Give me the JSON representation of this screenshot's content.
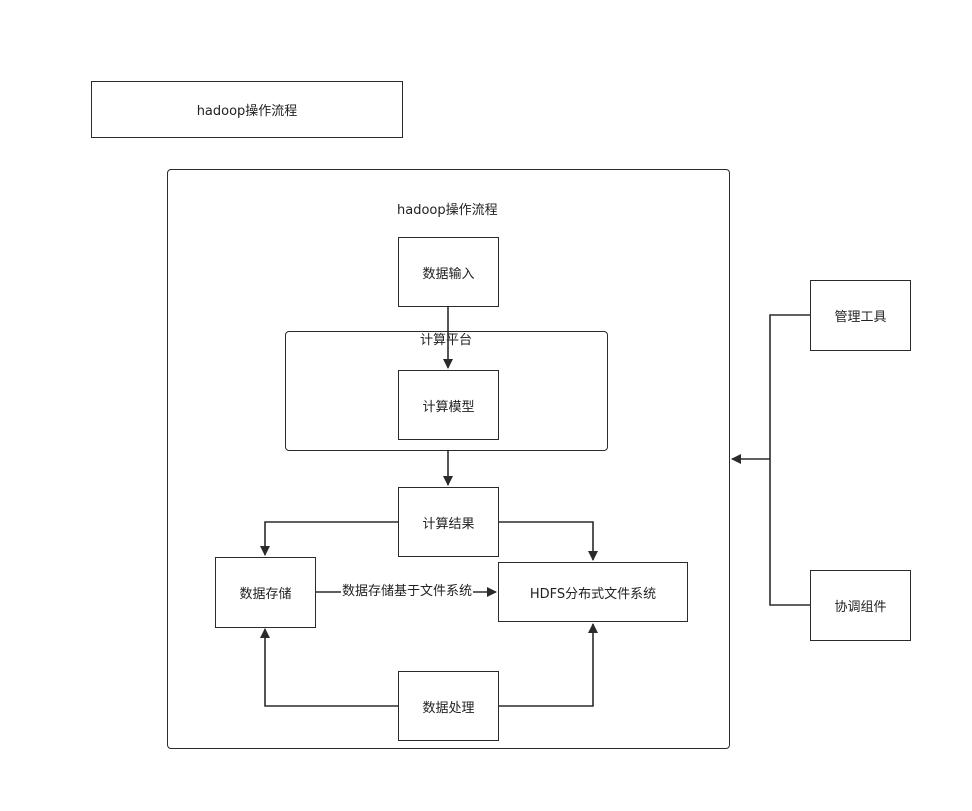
{
  "title_box": "hadoop操作流程",
  "main_group": {
    "title": "hadoop操作流程"
  },
  "platform_group": {
    "title": "计算平台"
  },
  "nodes": {
    "data_input": "数据输入",
    "compute_model": "计算模型",
    "compute_result": "计算结果",
    "data_storage": "数据存储",
    "hdfs": "HDFS分布式文件系统",
    "data_processing": "数据处理",
    "mgmt_tools": "管理工具",
    "coord_components": "协调组件"
  },
  "edge_labels": {
    "storage_to_hdfs": "数据存储基于文件系统"
  },
  "colors": {
    "line": "#2b2b2b",
    "background": "#ffffff"
  }
}
